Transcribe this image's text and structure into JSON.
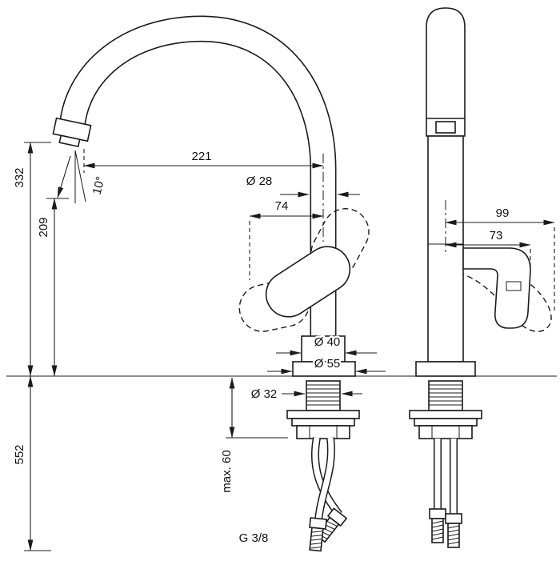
{
  "dims": {
    "reach": "221",
    "spout_dia": "Ø 28",
    "spout_offset": "74",
    "spout_angle": "10°",
    "height_total": "332",
    "height_outlet": "209",
    "height_below": "552",
    "body_dia": "Ø 40",
    "base_dia": "Ø 55",
    "hole_dia": "Ø 32",
    "max_counter": "max. 60",
    "hose_thread": "G 3/8",
    "handle_reach_open": "99",
    "handle_reach": "73"
  },
  "colors": {
    "line": "#1b1b1b",
    "background": "#ffffff"
  }
}
